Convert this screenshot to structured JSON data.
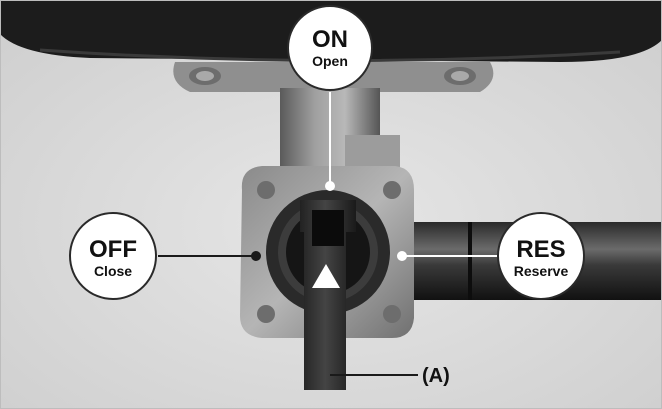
{
  "callouts": {
    "on": {
      "main": "ON",
      "sub": "Open"
    },
    "off": {
      "main": "OFF",
      "sub": "Close"
    },
    "res": {
      "main": "RES",
      "sub": "Reserve"
    }
  },
  "lever_label": "(A)",
  "arrow": {
    "direction": "up",
    "color": "#ffffff"
  }
}
